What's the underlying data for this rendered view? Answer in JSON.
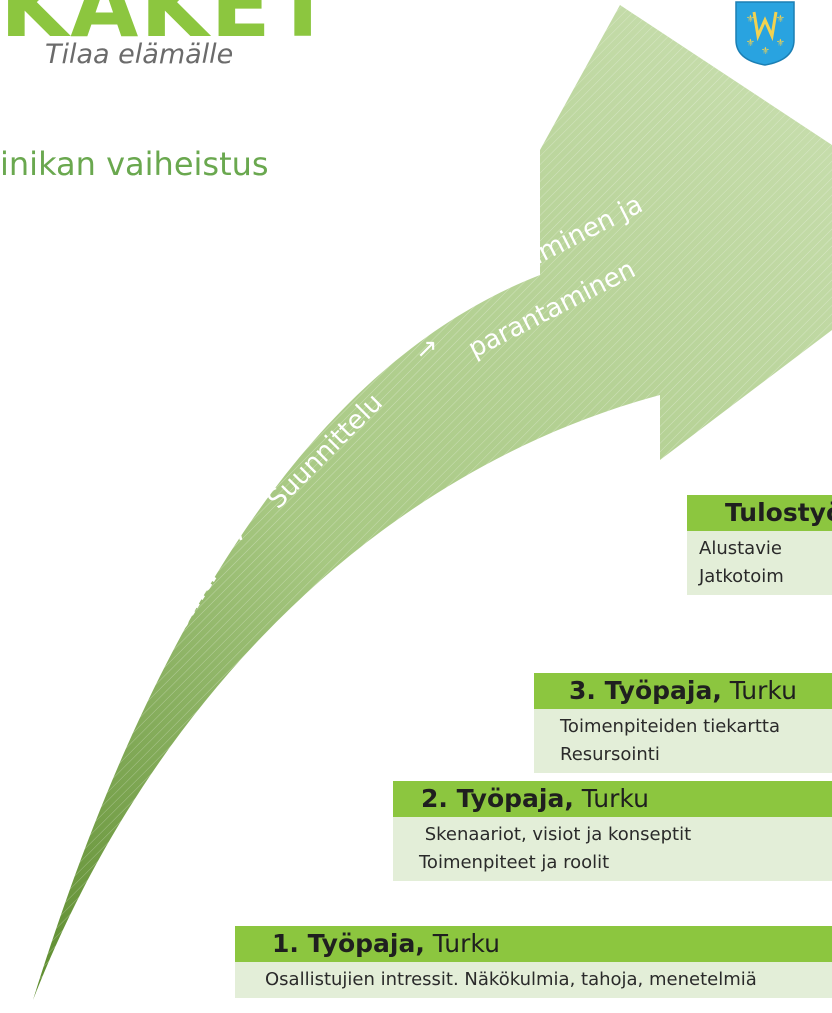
{
  "logo": {
    "wordmark": "KAKET",
    "tagline": "Tilaa elämälle"
  },
  "crest": {
    "name": "city-coat-of-arms",
    "color": "#29a3e0"
  },
  "heading": "inikan vaiheistus",
  "arrow": {
    "phases": {
      "aktivointi": "Aktivointi",
      "arrow1": "→",
      "suunnittelu": "Suunnittelu",
      "arrow2": "↗",
      "kehittaminen_line1": "Kehittäminen ja",
      "kehittaminen_line2": "parantaminen"
    },
    "colors": {
      "light": "#c5dcaa",
      "mid": "#a7c882",
      "dark": "#5d8c2e"
    }
  },
  "boxes": [
    {
      "id": "tulos",
      "head_bold": "Tulostyö",
      "head_rest": "",
      "lines": [
        "Alustavie",
        "Jatkotoim"
      ]
    },
    {
      "id": "tyopaja3",
      "head_bold": "3. Työpaja,",
      "head_rest": " Turku",
      "lines": [
        "Toimenpiteiden tiekartta",
        "Resursointi"
      ]
    },
    {
      "id": "tyopaja2",
      "head_bold": "2. Työpaja,",
      "head_rest": " Turku",
      "lines": [
        " Skenaariot, visiot ja konseptit",
        "Toimenpiteet ja roolit"
      ]
    },
    {
      "id": "tyopaja1",
      "head_bold": "1. Työpaja,",
      "head_rest": " Turku",
      "lines": [
        "Osallistujien intressit. Näkökulmia, tahoja, menetelmiä"
      ]
    }
  ]
}
